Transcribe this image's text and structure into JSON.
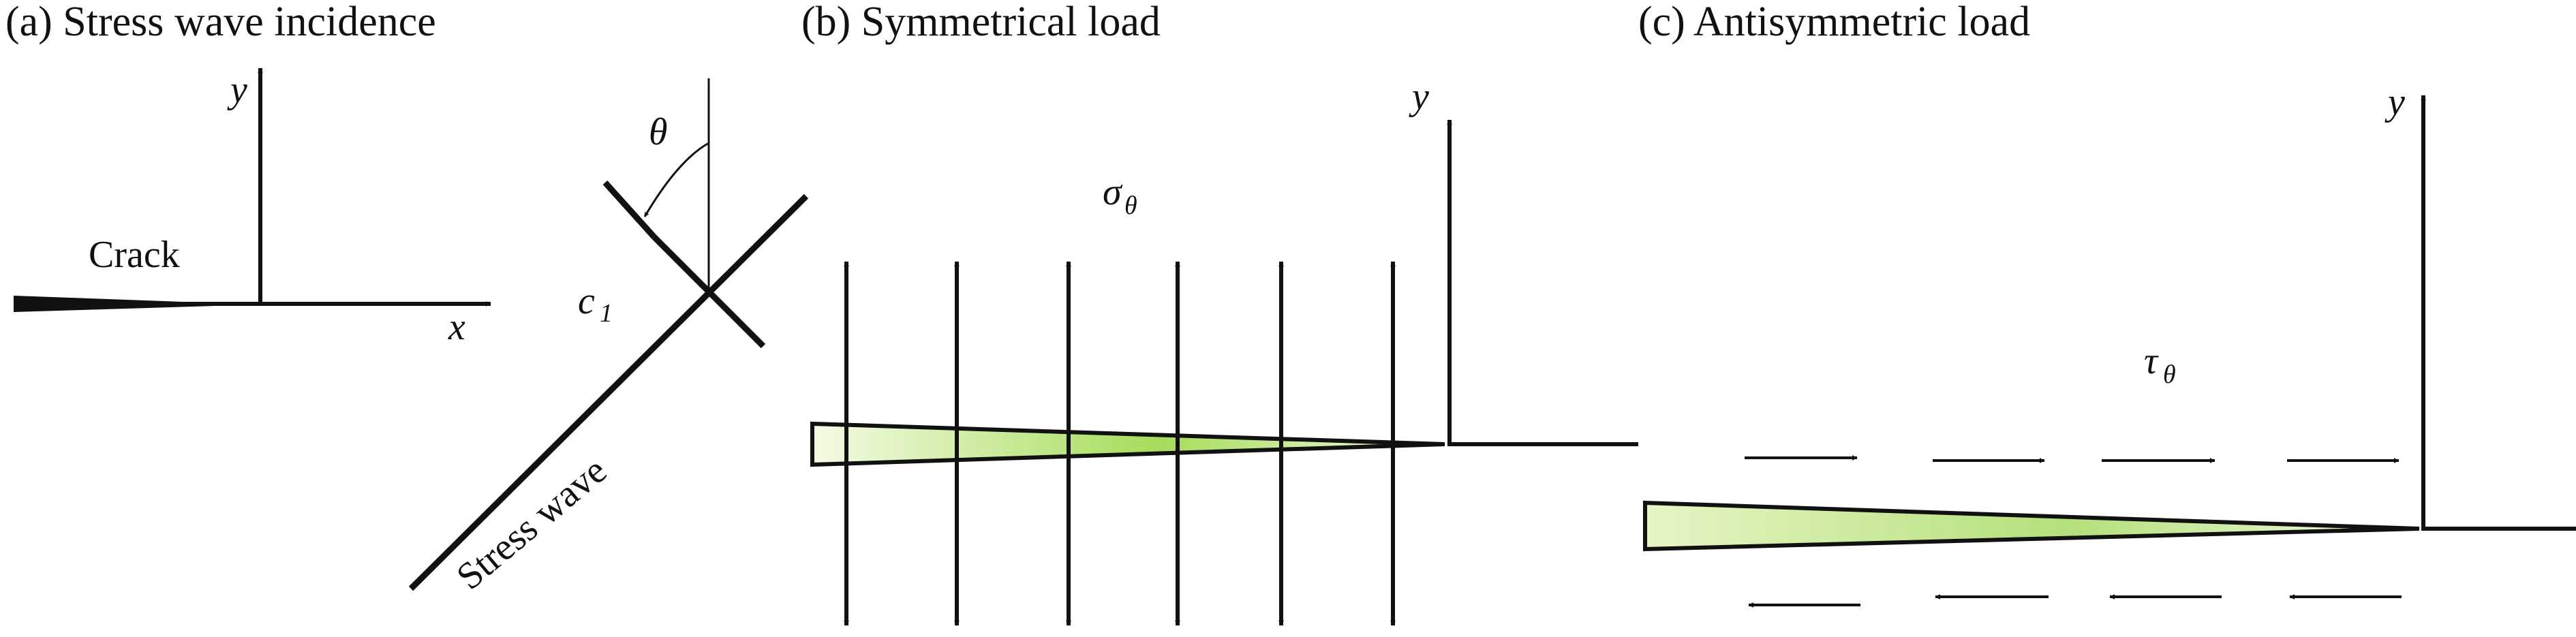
{
  "panels": {
    "a": {
      "title": "(a) Stress wave incidence",
      "crack_label": "Crack",
      "x_axis": "x",
      "y_axis": "y",
      "wave_label": "Stress wave",
      "angle_symbol": "θ",
      "speed_symbol": "c",
      "speed_subscript": "1"
    },
    "b": {
      "title": "(b) Symmetrical load",
      "stress_symbol": "σ",
      "stress_subscript": "θ",
      "y_axis": "y"
    },
    "c": {
      "title": "(c) Antisymmetric load",
      "stress_symbol": "τ",
      "stress_subscript": "θ",
      "y_axis": "y"
    }
  },
  "colors": {
    "ink": "#111111",
    "crack_fill_light": "#f4fbe4",
    "crack_fill_dark": "#a6dc5a"
  }
}
